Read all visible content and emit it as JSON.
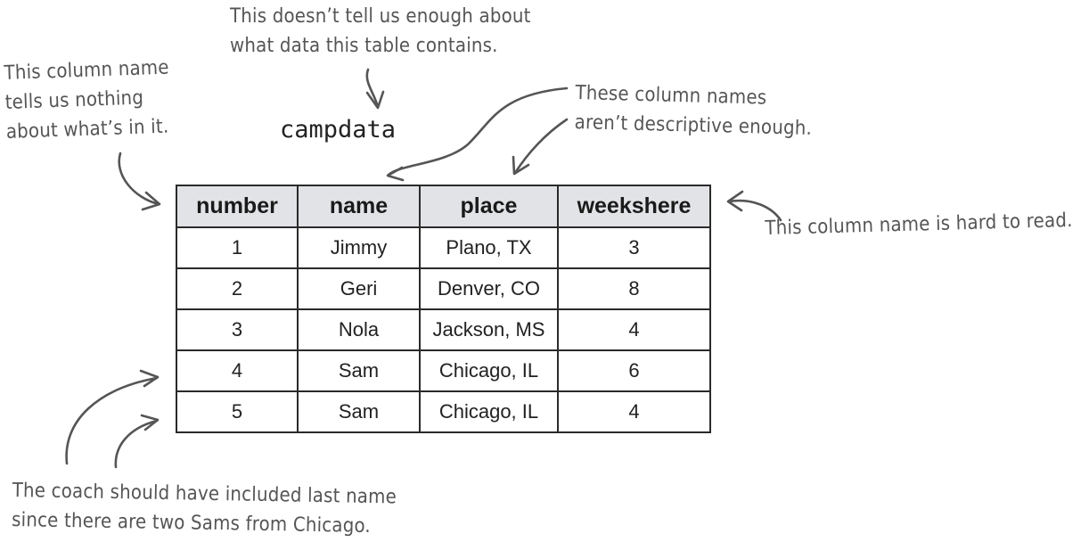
{
  "table_name": "campdata",
  "table": {
    "headers": [
      "number",
      "name",
      "place",
      "weekshere"
    ],
    "rows": [
      [
        "1",
        "Jimmy",
        "Plano, TX",
        "3"
      ],
      [
        "2",
        "Geri",
        "Denver, CO",
        "8"
      ],
      [
        "3",
        "Nola",
        "Jackson, MS",
        "4"
      ],
      [
        "4",
        "Sam",
        "Chicago, IL",
        "6"
      ],
      [
        "5",
        "Sam",
        "Chicago, IL",
        "4"
      ]
    ]
  },
  "annotations": {
    "table_name_note": [
      "This doesn’t tell us enough about",
      "what data this table contains."
    ],
    "number_note": [
      "This column name",
      "tells us nothing",
      "about what’s in it."
    ],
    "names_note": [
      "These column names",
      "aren’t descriptive enough."
    ],
    "weekshere_note": [
      "This column name is hard to read."
    ],
    "duplicate_note": [
      "The coach should have included last name",
      "since there are two Sams from Chicago."
    ]
  }
}
